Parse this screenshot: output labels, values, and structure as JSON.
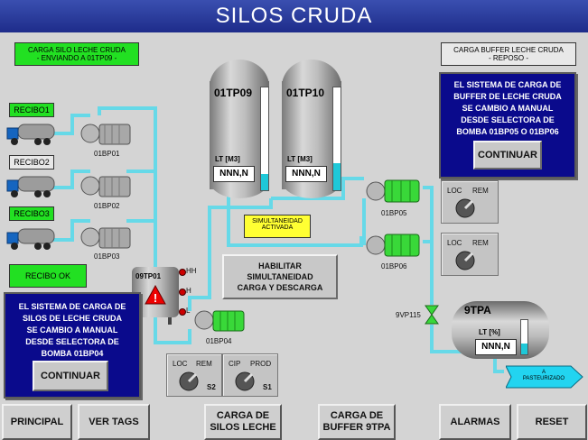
{
  "title": "SILOS CRUDA",
  "status": {
    "silo_load": [
      "CARGA SILO LECHE CRUDA",
      "- ENVIANDO A 01TP09 -"
    ],
    "buffer_load": [
      "CARGA BUFFER LECHE CRUDA",
      "- REPOSO -"
    ]
  },
  "recibos": [
    "RECIBO1",
    "RECIBO2",
    "RECIBO3"
  ],
  "recibo_ok": "RECIBO OK",
  "pumps": {
    "p1": "01BP01",
    "p2": "01BP02",
    "p3": "01BP03",
    "p4": "01BP04",
    "p5": "01BP05",
    "p6": "01BP06"
  },
  "tanks": {
    "t1": {
      "name": "01TP09",
      "unit": "LT [M3]",
      "value": "NNN,N"
    },
    "t2": {
      "name": "01TP10",
      "unit": "LT [M3]",
      "value": "NNN,N"
    },
    "buffer": {
      "name": "9TPA",
      "unit": "LT [%]",
      "value": "NNN,N"
    },
    "small": {
      "name": "09TP01",
      "levels": [
        "HH",
        "H",
        "L"
      ]
    }
  },
  "simultaneidad": [
    "SIMULTANEIDAD",
    "ACTIVADA"
  ],
  "habilitar": [
    "HABILITAR",
    "SIMULTANEIDAD",
    "CARGA Y DESCARGA"
  ],
  "valve": "9VP115",
  "destino": [
    "A",
    "PASTEURIZADO"
  ],
  "messages": {
    "buffer": [
      "EL SISTEMA DE CARGA DE",
      "BUFFER DE LECHE CRUDA",
      "SE CAMBIO A MANUAL",
      "DESDE SELECTORA DE",
      "BOMBA 01BP05 O 01BP06"
    ],
    "silo": [
      "EL SISTEMA DE CARGA DE",
      "SILOS DE LECHE CRUDA",
      "SE CAMBIO A MANUAL",
      "DESDE SELECTORA DE",
      "BOMBA 01BP04"
    ],
    "continuar": "CONTINUAR"
  },
  "selectors": {
    "loc": "LOC",
    "rem": "REM",
    "cip": "CIP",
    "prod": "PROD",
    "s1": "S1",
    "s2": "S2"
  },
  "nav": [
    "PRINCIPAL",
    "VER TAGS",
    "CARGA DE SILOS LECHE",
    "CARGA DE BUFFER 9TPA",
    "ALARMAS",
    "RESET"
  ],
  "colors": {
    "title_bar": "#1e2c8a",
    "status_active": "#22e022",
    "panel": "#0a0a8c",
    "pipe": "#66d9e8",
    "pump_motor": "#39d839"
  }
}
